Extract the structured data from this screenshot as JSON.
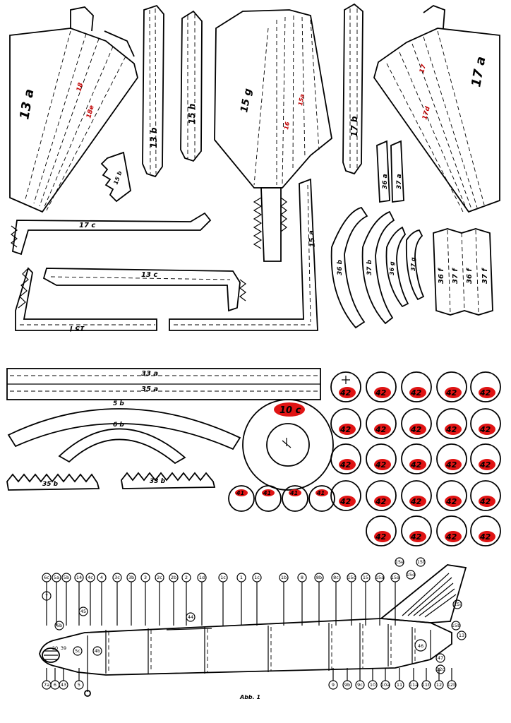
{
  "sheet": {
    "caption": "Abb. 1"
  },
  "parts": {
    "p13a": "13 a",
    "p13b": "13 b",
    "p15b": "15 b",
    "p15h": "15 h",
    "p15g": "15 g",
    "p17b": "17 b",
    "p17a": "17 a",
    "p36a": "36 a",
    "p37a": "37 a",
    "p17c": "17 c",
    "p13c": "13 c",
    "p15i": "15 i",
    "p15a": "15 a",
    "p36b": "36 b",
    "p37b": "37 b",
    "p36g": "36 g",
    "p37g": "37 g",
    "p36f": "36 f",
    "p37f": "37 f",
    "p33a": "33 a",
    "p35a": "35 a",
    "p5b": "5 b",
    "p6b": "6 b",
    "p35b": "35 b",
    "p33b": "33 b",
    "p10c": "10 c",
    "p41": "41",
    "p42": "42"
  },
  "callouts": {
    "top": [
      "6c",
      "5a",
      "5b",
      "14",
      "4c",
      "4",
      "3c",
      "3b",
      "3",
      "2c",
      "2b",
      "2",
      "1d",
      "1c",
      "1",
      "1c",
      "1b",
      "8",
      "8b",
      "8c",
      "15c",
      "15",
      "15a",
      "15a"
    ],
    "fin": [
      "15e",
      "15f",
      "15g",
      "15i",
      "15b",
      "13"
    ],
    "bottom": [
      "7a",
      "6",
      "43",
      "5",
      "9",
      "9b",
      "9c",
      "10",
      "10a",
      "11",
      "11a",
      "11b",
      "12",
      "12b"
    ],
    "misc": [
      "7",
      "6b",
      "5c",
      "4b",
      "45",
      "44",
      "46",
      "47",
      "12c",
      "20",
      "39"
    ]
  }
}
